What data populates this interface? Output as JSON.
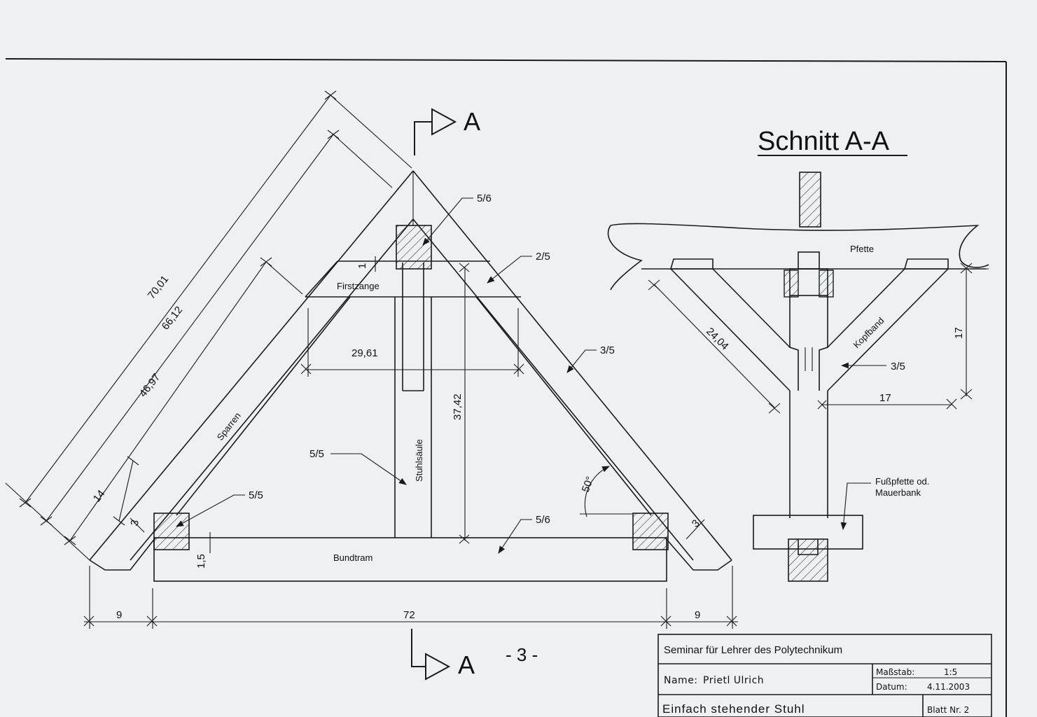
{
  "section": {
    "title": "Schnitt A-A",
    "marker": "A",
    "page_number": "- 3 -"
  },
  "labels": {
    "firstzange": "Firstzange",
    "sparren": "Sparren",
    "stuhlsaeule": "Stuhlsäule",
    "bundtram": "Bundtram",
    "pfette": "Pfette",
    "kopfband": "Kopfband",
    "fusspfette_1": "Fußpfette od.",
    "fusspfette_2": "Mauerbank"
  },
  "dimensions": {
    "d70": "70,01",
    "d66": "66,12",
    "d46": "46,97",
    "d14": "14",
    "d3a": "3",
    "d3b": "3",
    "d15": "1,5",
    "d1": "1",
    "d2961": "29,61",
    "d3742": "37,42",
    "d9a": "9",
    "d72": "72",
    "d9b": "9",
    "d2404": "24,04",
    "d17v": "17",
    "d17h": "17",
    "angle": "50°"
  },
  "callouts": {
    "c56a": "5/6",
    "c25": "2/5",
    "c35a": "3/5",
    "c55a": "5/5",
    "c55b": "5/5",
    "c56b": "5/6",
    "c35b": "3/5"
  },
  "title_block": {
    "institution": "Seminar für Lehrer des Polytechnikum",
    "name_label": "Name:",
    "name_value": "Prietl Ulrich",
    "scale_label": "Maßstab:",
    "scale_value": "1:5",
    "date_label": "Datum:",
    "date_value": "4.11.2003",
    "drawing_title": "Einfach stehender Stuhl",
    "sheet": "Blatt Nr. 2"
  }
}
